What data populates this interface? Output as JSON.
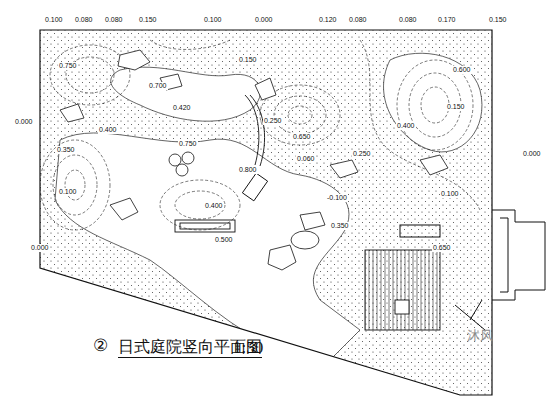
{
  "diagram": {
    "title": "日式庭院竖向平面图",
    "labels": [
      "②",
      "1:50",
      "0.100",
      "0.080",
      "0.080",
      "0.150",
      "0.100",
      "0.000",
      "0.120",
      "0.080",
      "0.080",
      "0.170",
      "0.150",
      "0.000",
      "0.750",
      "0.700",
      "0.400",
      "0.150",
      "0.420",
      "0.250",
      "0.650",
      "0.750",
      "0.800",
      "0.060",
      "0.250",
      "0.400",
      "0.150",
      "0.600",
      "0.000",
      "0.350",
      "0.100",
      "0.400",
      "0.500",
      "-0.100",
      "0.350",
      "0.650",
      "0.100",
      "0.000",
      "沐风"
    ]
  }
}
